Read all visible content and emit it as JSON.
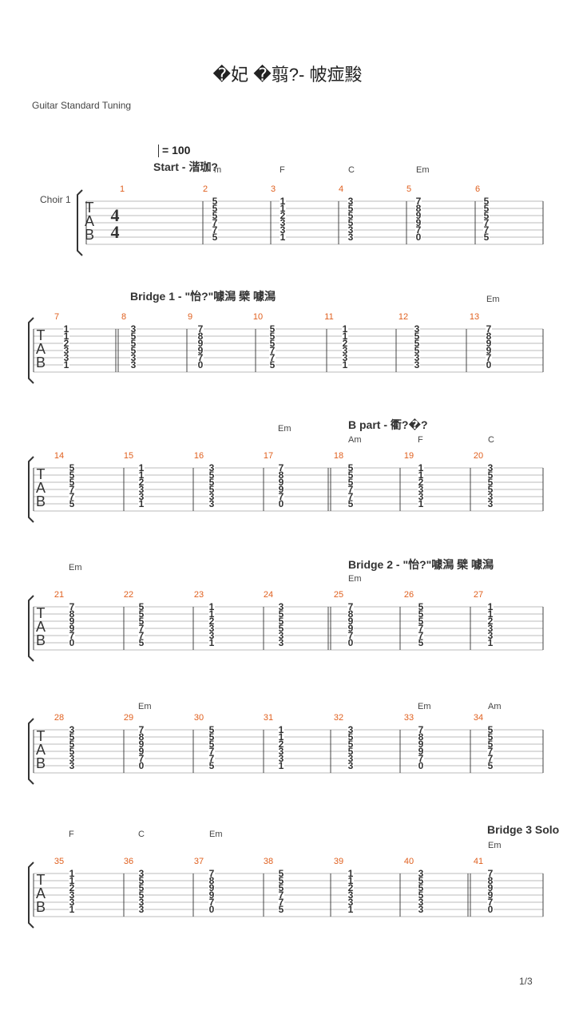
{
  "title": "�妃 �翦?- 帔痖黢",
  "tuning": "Guitar Standard Tuning",
  "tempo": "= 100",
  "instrument": "Choir 1",
  "page_number": "1/3",
  "time_signature": "4/4",
  "tab_letters": [
    "T",
    "A",
    "B"
  ],
  "systems": [
    {
      "sections": [
        {
          "text": "Start - 湝珈?"
        }
      ],
      "chords": [
        "m",
        "F",
        "C",
        "Em"
      ],
      "measures": [
        {
          "number": "1",
          "beats": []
        },
        {
          "number": "2",
          "beats": [
            [
              "5",
              "5",
              "5",
              "7",
              "7",
              "5"
            ]
          ]
        },
        {
          "number": "3",
          "beats": [
            [
              "1",
              "1",
              "2",
              "3",
              "3",
              "1"
            ]
          ]
        },
        {
          "number": "4",
          "beats": [
            [
              "3",
              "5",
              "5",
              "5",
              "3",
              "3"
            ]
          ]
        },
        {
          "number": "5",
          "beats": [
            [
              "7",
              "8",
              "9",
              "9",
              "7",
              "0"
            ]
          ]
        },
        {
          "number": "6",
          "beats": [
            [
              "5",
              "5",
              "5",
              "7",
              "7",
              "5"
            ]
          ]
        }
      ]
    },
    {
      "sections": [
        {
          "text": "Bridge 1 - \"怡?\"噱澙 檗 噱澙"
        }
      ],
      "chords": [
        "Em"
      ],
      "measures": [
        {
          "number": "7",
          "beats": [
            [
              "1",
              "1",
              "2",
              "3",
              "3",
              "1"
            ]
          ]
        },
        {
          "number": "8",
          "beats": [
            [
              "3",
              "5",
              "5",
              "5",
              "3",
              "3"
            ]
          ]
        },
        {
          "number": "9",
          "beats": [
            [
              "7",
              "8",
              "9",
              "9",
              "7",
              "0"
            ]
          ]
        },
        {
          "number": "10",
          "beats": [
            [
              "5",
              "5",
              "5",
              "7",
              "7",
              "5"
            ]
          ]
        },
        {
          "number": "11",
          "beats": [
            [
              "1",
              "1",
              "2",
              "3",
              "3",
              "1"
            ]
          ]
        },
        {
          "number": "12",
          "beats": [
            [
              "3",
              "5",
              "5",
              "5",
              "3",
              "3"
            ]
          ]
        },
        {
          "number": "13",
          "beats": [
            [
              "7",
              "8",
              "9",
              "9",
              "7",
              "0"
            ]
          ]
        }
      ]
    },
    {
      "sections": [
        {
          "text": "B part - 衢?�?"
        }
      ],
      "chords": [
        "Em",
        "Am",
        "F",
        "C"
      ],
      "measures": [
        {
          "number": "14",
          "beats": [
            [
              "5",
              "5",
              "5",
              "7",
              "7",
              "5"
            ]
          ]
        },
        {
          "number": "15",
          "beats": [
            [
              "1",
              "1",
              "2",
              "3",
              "3",
              "1"
            ]
          ]
        },
        {
          "number": "16",
          "beats": [
            [
              "3",
              "5",
              "5",
              "5",
              "3",
              "3"
            ]
          ]
        },
        {
          "number": "17",
          "beats": [
            [
              "7",
              "8",
              "9",
              "9",
              "7",
              "0"
            ]
          ]
        },
        {
          "number": "18",
          "beats": [
            [
              "5",
              "5",
              "5",
              "7",
              "7",
              "5"
            ]
          ]
        },
        {
          "number": "19",
          "beats": [
            [
              "1",
              "1",
              "2",
              "3",
              "3",
              "1"
            ]
          ]
        },
        {
          "number": "20",
          "beats": [
            [
              "3",
              "5",
              "5",
              "5",
              "3",
              "3"
            ]
          ]
        }
      ]
    },
    {
      "sections": [
        {
          "text": "Bridge 2 - \"怡?\"噱澙 檗 噱澙"
        }
      ],
      "chords": [
        "Em",
        "Em"
      ],
      "measures": [
        {
          "number": "21",
          "beats": [
            [
              "7",
              "8",
              "9",
              "9",
              "7",
              "0"
            ]
          ]
        },
        {
          "number": "22",
          "beats": [
            [
              "5",
              "5",
              "5",
              "7",
              "7",
              "5"
            ]
          ]
        },
        {
          "number": "23",
          "beats": [
            [
              "1",
              "1",
              "2",
              "3",
              "3",
              "1"
            ]
          ]
        },
        {
          "number": "24",
          "beats": [
            [
              "3",
              "5",
              "5",
              "5",
              "3",
              "3"
            ]
          ]
        },
        {
          "number": "25",
          "beats": [
            [
              "7",
              "8",
              "9",
              "9",
              "7",
              "0"
            ]
          ]
        },
        {
          "number": "26",
          "beats": [
            [
              "5",
              "5",
              "5",
              "7",
              "7",
              "5"
            ]
          ]
        },
        {
          "number": "27",
          "beats": [
            [
              "1",
              "1",
              "2",
              "3",
              "3",
              "1"
            ]
          ]
        }
      ]
    },
    {
      "sections": [],
      "chords": [
        "Em",
        "Em",
        "Am"
      ],
      "measures": [
        {
          "number": "28",
          "beats": [
            [
              "3",
              "5",
              "5",
              "5",
              "3",
              "3"
            ]
          ]
        },
        {
          "number": "29",
          "beats": [
            [
              "7",
              "8",
              "9",
              "9",
              "7",
              "0"
            ]
          ]
        },
        {
          "number": "30",
          "beats": [
            [
              "5",
              "5",
              "5",
              "7",
              "7",
              "5"
            ]
          ]
        },
        {
          "number": "31",
          "beats": [
            [
              "1",
              "1",
              "2",
              "3",
              "3",
              "1"
            ]
          ]
        },
        {
          "number": "32",
          "beats": [
            [
              "3",
              "5",
              "5",
              "5",
              "3",
              "3"
            ]
          ]
        },
        {
          "number": "33",
          "beats": [
            [
              "7",
              "8",
              "9",
              "9",
              "7",
              "0"
            ]
          ]
        },
        {
          "number": "34",
          "beats": [
            [
              "5",
              "5",
              "5",
              "7",
              "7",
              "5"
            ]
          ]
        }
      ]
    },
    {
      "sections": [
        {
          "text": "Bridge 3 Solo"
        }
      ],
      "chords": [
        "F",
        "C",
        "Em",
        "Em"
      ],
      "measures": [
        {
          "number": "35",
          "beats": [
            [
              "1",
              "1",
              "2",
              "3",
              "3",
              "1"
            ]
          ]
        },
        {
          "number": "36",
          "beats": [
            [
              "3",
              "5",
              "5",
              "5",
              "3",
              "3"
            ]
          ]
        },
        {
          "number": "37",
          "beats": [
            [
              "7",
              "8",
              "9",
              "9",
              "7",
              "0"
            ]
          ]
        },
        {
          "number": "38",
          "beats": [
            [
              "5",
              "5",
              "5",
              "7",
              "7",
              "5"
            ]
          ]
        },
        {
          "number": "39",
          "beats": [
            [
              "1",
              "1",
              "2",
              "3",
              "3",
              "1"
            ]
          ]
        },
        {
          "number": "40",
          "beats": [
            [
              "3",
              "5",
              "5",
              "5",
              "3",
              "3"
            ]
          ]
        },
        {
          "number": "41",
          "beats": [
            [
              "7",
              "8",
              "9",
              "9",
              "7",
              "0"
            ]
          ]
        }
      ]
    }
  ]
}
